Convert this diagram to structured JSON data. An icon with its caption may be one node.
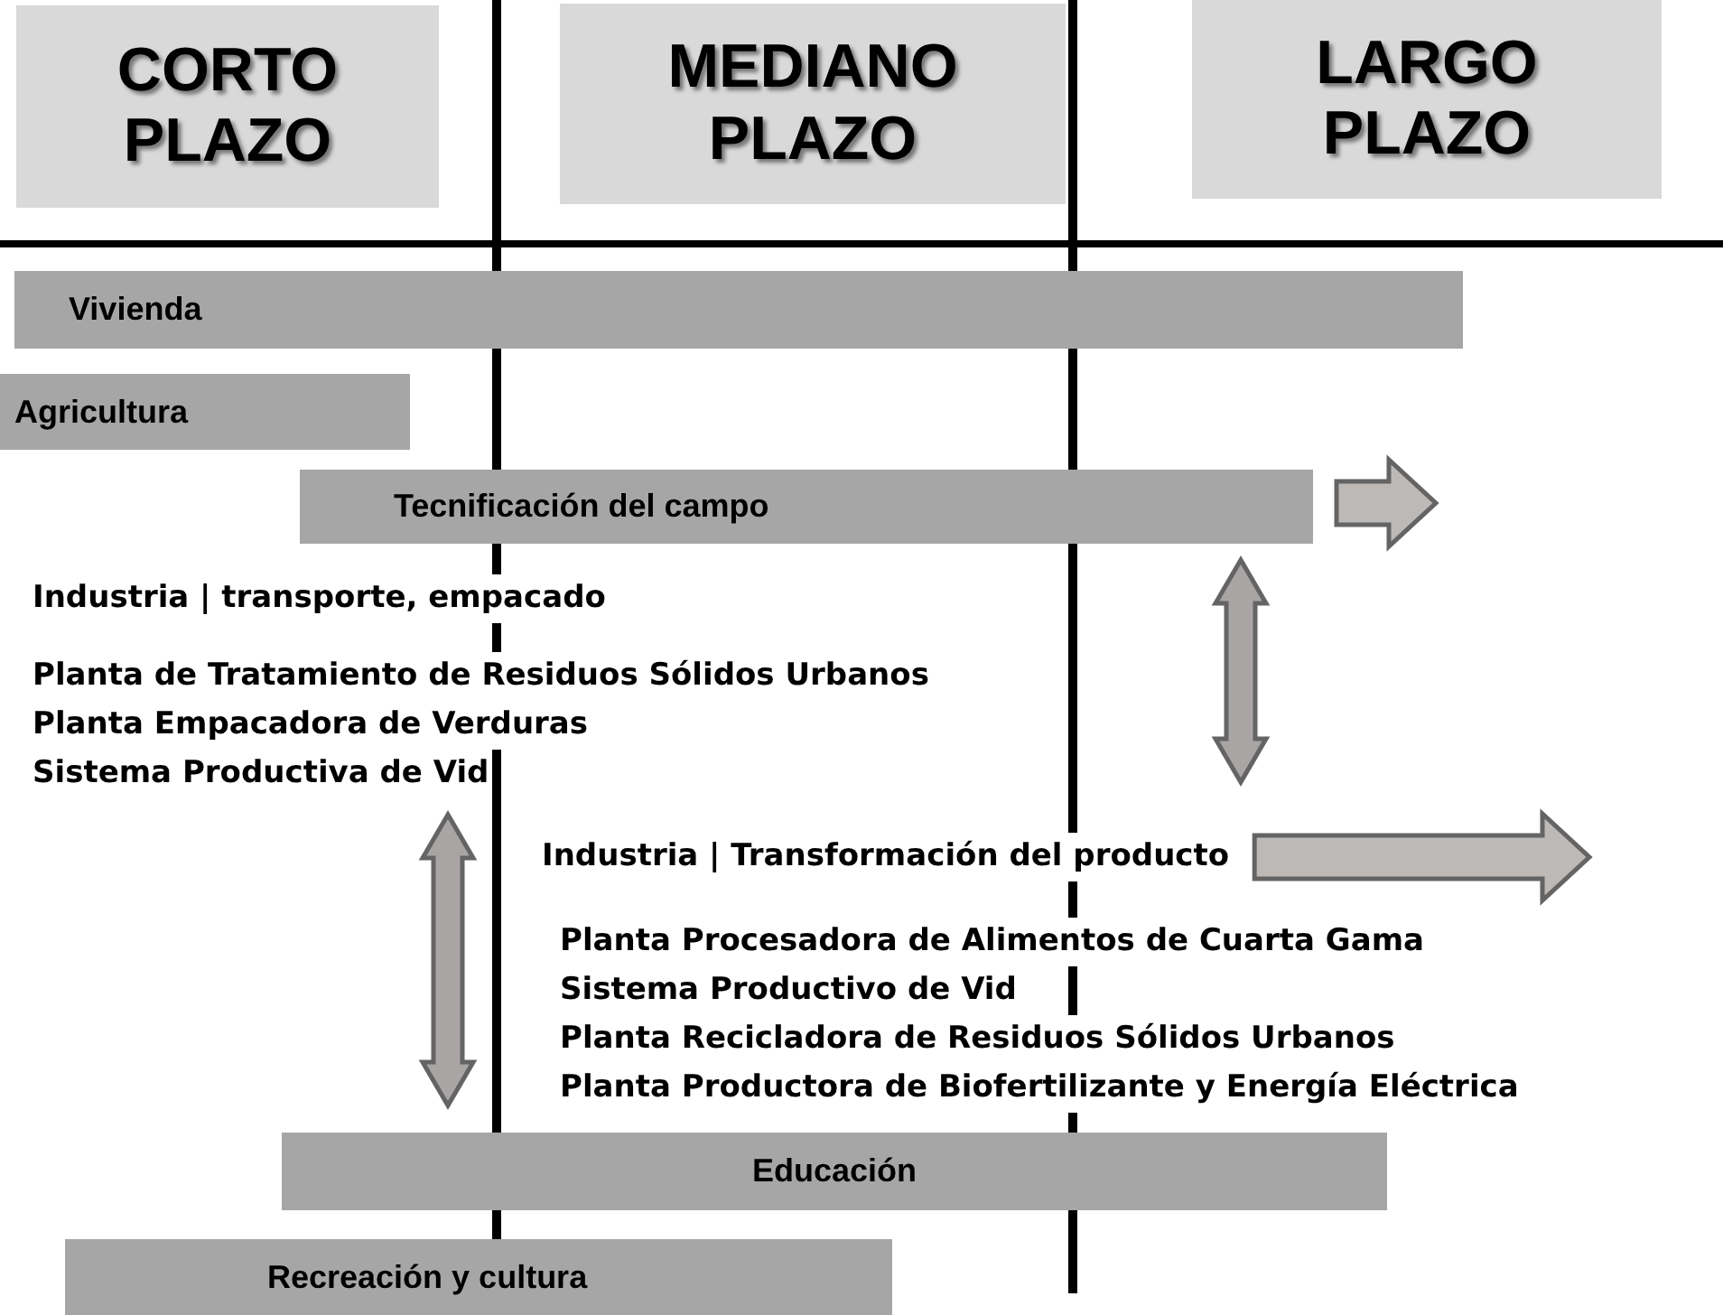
{
  "diagram": {
    "nodes": [
      {
        "text": [
          "CORTO PLAZO"
        ]
      },
      {
        "text": [
          "MEDIANO PLAZO"
        ]
      },
      {
        "text": [
          "LARGO PLAZO"
        ]
      },
      {
        "text": [
          "Vivienda"
        ]
      },
      {
        "text": [
          "Agricultura"
        ]
      },
      {
        "text": [
          "Tecnificación del campo"
        ]
      },
      {
        "text": [
          "Industria | transporte, empacado",
          "Planta de Tratamiento de Residuos Sólidos Urbanos",
          "Planta Empacadora de Verduras",
          "Sistema Productiva de Vid"
        ]
      },
      {
        "text": [
          "Industria | Transformación del producto",
          "Planta Procesadora de Alimentos de Cuarta Gama",
          "Sistema Productivo de Vid",
          "Planta Recicladora de Residuos Sólidos Urbanos",
          "Planta Productora de Biofertilizante y Energía Eléctrica"
        ]
      },
      {
        "text": [
          "Educación"
        ]
      },
      {
        "text": [
          "Recreación y cultura"
        ]
      }
    ],
    "edges": [
      {
        "from": 5,
        "to": null,
        "arrow": "to"
      },
      {
        "from": 5,
        "to": 7,
        "arrow": "both"
      },
      {
        "from": 7,
        "to": null,
        "arrow": "to"
      },
      {
        "from": 6,
        "to": 8,
        "arrow": "both"
      }
    ]
  }
}
